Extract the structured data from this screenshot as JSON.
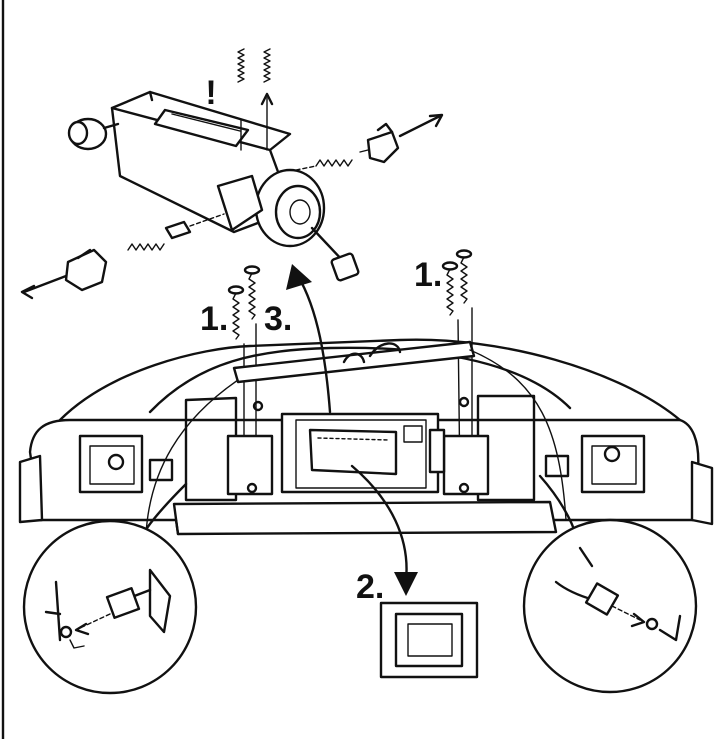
{
  "diagram": {
    "step_labels": [
      "1.",
      "1.",
      "2.",
      "3."
    ],
    "warning_mark": "!"
  },
  "colors": {
    "ink": "#111111",
    "paper": "#ffffff"
  }
}
